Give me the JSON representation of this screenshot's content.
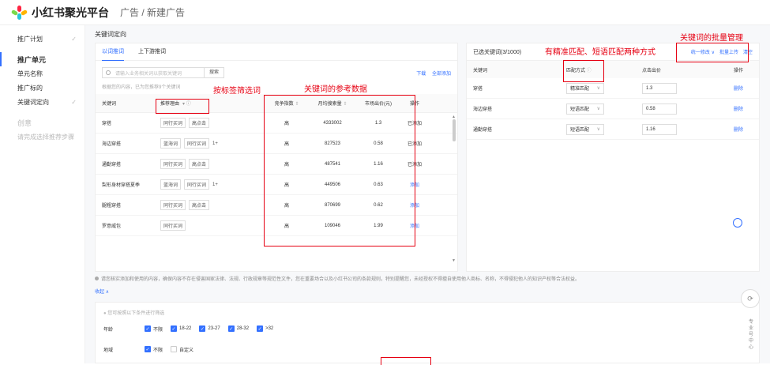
{
  "header": {
    "logo_text": "小红书聚光平台",
    "breadcrumb": "广告 / 新建广告"
  },
  "sidebar": {
    "items": [
      {
        "label": "推广计划",
        "check": "✓"
      },
      {
        "label": "推广单元"
      },
      {
        "label": "单元名称"
      },
      {
        "label": "推广标的"
      },
      {
        "label": "关键词定向",
        "check": "✓"
      },
      {
        "label": "创意"
      },
      {
        "label": "请完成选择推荐步骤"
      }
    ]
  },
  "main": {
    "card_title": "关键词定向",
    "tabs": [
      "以词推词",
      "上下游推词"
    ],
    "search": {
      "placeholder": "请输入业务相关词以获取关键词",
      "button": "搜索"
    },
    "top_links": [
      "下载",
      "全部添加"
    ],
    "hint": "根据您的内容，已为您推荐9个关键词",
    "columns": [
      "关键词",
      "推荐理由",
      "竞争指数",
      "月均搜索量",
      "市场出价(元)",
      "操作"
    ],
    "rows": [
      {
        "keyword": "穿搭",
        "tags": [
          "同行买词",
          "高点击"
        ],
        "more": "",
        "competition": "高",
        "volume": "4333002",
        "price": "1.3",
        "action": "已添加",
        "added": true
      },
      {
        "keyword": "海边穿搭",
        "tags": [
          "蓝海词",
          "同行买词"
        ],
        "more": "1+",
        "competition": "高",
        "volume": "827523",
        "price": "0.58",
        "action": "已添加",
        "added": true
      },
      {
        "keyword": "通勤穿搭",
        "tags": [
          "同行买词",
          "高点击"
        ],
        "more": "",
        "competition": "高",
        "volume": "487541",
        "price": "1.16",
        "action": "已添加",
        "added": true
      },
      {
        "keyword": "梨形身材穿搭夏季",
        "tags": [
          "蓝海词",
          "同行买词"
        ],
        "more": "1+",
        "competition": "高",
        "volume": "449506",
        "price": "0.63",
        "action": "添加",
        "added": false
      },
      {
        "keyword": "腿粗穿搭",
        "tags": [
          "同行买词",
          "高点击"
        ],
        "more": "",
        "competition": "高",
        "volume": "870699",
        "price": "0.62",
        "action": "添加",
        "added": false
      },
      {
        "keyword": "罗意威包",
        "tags": [
          "同行买词"
        ],
        "more": "",
        "competition": "高",
        "volume": "109046",
        "price": "1.99",
        "action": "添加",
        "added": false
      }
    ]
  },
  "selected": {
    "title": "已选关键词(3/1000)",
    "links": [
      "统一修改 ∨",
      "批量上传",
      "清空"
    ],
    "columns": [
      "关键词",
      "匹配方式",
      "点击出价",
      "操作"
    ],
    "rows": [
      {
        "keyword": "穿搭",
        "match": "精准匹配",
        "bid": "1.3",
        "action": "删除"
      },
      {
        "keyword": "海边穿搭",
        "match": "短语匹配",
        "bid": "0.58",
        "action": "删除"
      },
      {
        "keyword": "通勤穿搭",
        "match": "短语匹配",
        "bid": "1.16",
        "action": "删除"
      }
    ]
  },
  "notice": "请您核实添加和使用的内容，确保内容不存在侵害国家法律、法规、行政规章等规范性文件，您在重要场合以及小红书公司的条款规则，特别提醒您，未经授权不得擅自使用他人商标、名称，不得侵犯他人的知识产权等合法权益。",
  "collapse": "收起 ∧",
  "filter": {
    "hint": "您可按照以下条件进行筛选",
    "age_label": "年龄",
    "age_options": [
      "不限",
      "18-22",
      "23-27",
      "28-32",
      ">32"
    ],
    "region_label": "地域",
    "region_options": [
      "不限",
      "自定义"
    ]
  },
  "annotations": {
    "tag_filter": "按标签筛选词",
    "ref_data": "关键词的参考数据",
    "match_types": "有精准匹配、短语匹配两种方式",
    "batch_manage": "关键词的批量管理"
  },
  "floating": {
    "refresh_icon": "⟳",
    "vertical_text": "专业号中心"
  },
  "colors": {
    "accent": "#3370ff",
    "annotation": "#e60012"
  }
}
